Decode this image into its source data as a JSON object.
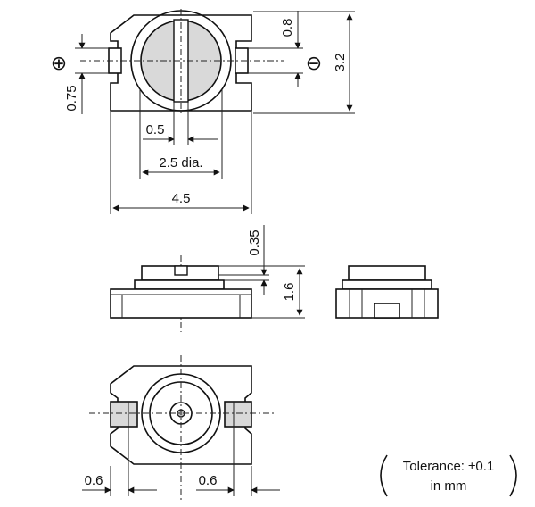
{
  "top_view": {
    "dim_height": "3.2",
    "dim_terminal_width": "0.8",
    "dim_terminal_offset": "0.75",
    "dim_slot_width": "0.5",
    "dim_rotor_diameter": "2.5 dia.",
    "dim_body_width": "4.5",
    "symbol_positive": "⊕",
    "symbol_negative": "⊖"
  },
  "side_view": {
    "dim_top_step": "0.35",
    "dim_total_height": "1.6"
  },
  "bottom_view": {
    "dim_left_pad": "0.6",
    "dim_right_pad": "0.6"
  },
  "note": {
    "line1": "Tolerance: ±0.1",
    "line2": "in mm"
  }
}
